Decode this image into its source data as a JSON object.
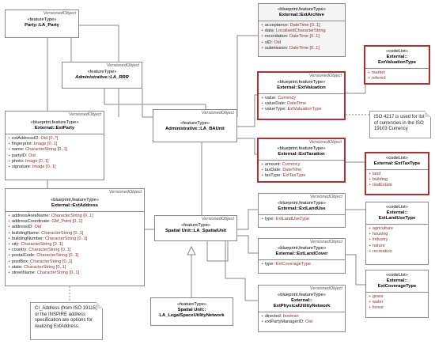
{
  "classes": {
    "party": {
      "corner": "VersionedObject",
      "stereo": "«featureType»",
      "name": "Party::LA_Party"
    },
    "rrr": {
      "corner": "VersionedObject",
      "stereo": "«featureType»",
      "name": "Administrative::LA_RRR"
    },
    "baunit": {
      "corner": "VersionedObject",
      "stereo": "«featureType»",
      "name": "Administrative::LA_BAUnit"
    },
    "spatialunit": {
      "corner": "VersionedObject",
      "stereo": "«featureType»",
      "name": "Spatial Unit::LA_SpatialUnit"
    },
    "utilnet": {
      "corner": "",
      "stereo": "«featureType»",
      "name1": "Spatial Unit::",
      "name2": "LA_LegalSpaceUtilityNetwork"
    },
    "extparty": {
      "corner": "VersionedObject",
      "stereo": "«blueprint,featureType»",
      "name": "External::ExtParty",
      "attrs": [
        {
          "n": "extAddressID:",
          "t": "Oid [0..*]"
        },
        {
          "n": "fingerprint:",
          "t": "Image [0..1]"
        },
        {
          "n": "name:",
          "t": "CharacterString [0..1]"
        },
        {
          "n": "partyID:",
          "t": "Oid"
        },
        {
          "n": "photo:",
          "t": "Image [0..1]"
        },
        {
          "n": "signature:",
          "t": "Image [0..1]"
        }
      ]
    },
    "extaddress": {
      "corner": "VersionedObject",
      "stereo": "«blueprint,featureType»",
      "name": "External::ExtAddress",
      "attrs": [
        {
          "n": "addressAreaName:",
          "t": "CharacterString [0..1]"
        },
        {
          "n": "addressCoordinate:",
          "t": "GM_Point [0..1]"
        },
        {
          "n": "addressID:",
          "t": "Oid"
        },
        {
          "n": "buildingName:",
          "t": "CharacterString [0..1]"
        },
        {
          "n": "buildingNumber:",
          "t": "CharacterString [0..1]"
        },
        {
          "n": "city:",
          "t": "CharacterString [0..1]"
        },
        {
          "n": "country:",
          "t": "CharacterString [0..1]"
        },
        {
          "n": "postalCode:",
          "t": "CharacterString [0..1]"
        },
        {
          "n": "postBox:",
          "t": "CharacterString [0..1]"
        },
        {
          "n": "state:",
          "t": "CharacterString [0..1]"
        },
        {
          "n": "streetName:",
          "t": "CharacterString [0..1]"
        }
      ]
    },
    "extarchive": {
      "corner": "",
      "stereo": "«blueprint,featureType»",
      "name": "External::ExtArchive",
      "attrs": [
        {
          "n": "acceptance:",
          "t": "DateTime [0..1]"
        },
        {
          "n": "data:",
          "t": "LocalisedCharacterString"
        },
        {
          "n": "recordation:",
          "t": "DateTime [0..1]"
        },
        {
          "n": "sID:",
          "t": "Oid"
        },
        {
          "n": "submission:",
          "t": "DateTime [0..1]"
        }
      ]
    },
    "extvaluation": {
      "corner": "VersionedObject",
      "stereo": "«blueprint,featureType»",
      "name": "External::ExtValuation",
      "attrs": [
        {
          "n": "value:",
          "t": "Currency"
        },
        {
          "n": "valueDate:",
          "t": "DateTime"
        },
        {
          "n": "valueType:",
          "t": "ExtValuationType"
        }
      ]
    },
    "exttaxation": {
      "corner": "VersionedObject",
      "stereo": "«blueprint,featureType»",
      "name": "External::ExtTaxation",
      "attrs": [
        {
          "n": "amount:",
          "t": "Currency"
        },
        {
          "n": "taxDate:",
          "t": "DateTime"
        },
        {
          "n": "taxType:",
          "t": "ExtTaxType"
        }
      ]
    },
    "extlanduse": {
      "corner": "VersionedObject",
      "stereo": "«blueprint,featureType»",
      "name": "External::ExtLandUse",
      "attrs": [
        {
          "n": "type:",
          "t": "ExtLandUseType"
        }
      ]
    },
    "extlandcover": {
      "corner": "VersionedObject",
      "stereo": "«blueprint,featureType»",
      "name": "External::ExtLandCover",
      "attrs": [
        {
          "n": "type:",
          "t": "ExtCoverageType"
        }
      ]
    },
    "extphysnet": {
      "corner": "VersionedObject",
      "stereo": "«blueprint,featureType»",
      "name1": "External::",
      "name2": "ExtPhysicalUtilityNetwork",
      "attrs": [
        {
          "n": "directed:",
          "t": "boolean"
        },
        {
          "n": "extPartyManagerID:",
          "t": "Oid"
        }
      ]
    },
    "valuationtype": {
      "stereo": "«codeList»",
      "name1": "External::",
      "name2": "ExtValuationType",
      "items": [
        "market",
        "refered"
      ]
    },
    "taxtype": {
      "stereo": "«codeList»",
      "name": "External::ExtTaxType",
      "items": [
        "land",
        "building",
        "realEstate"
      ]
    },
    "landusetype": {
      "stereo": "«codeList»",
      "name1": "External::",
      "name2": "ExtLandUseType",
      "items": [
        "agriculture",
        "housing",
        "industry",
        "nature",
        "recreation"
      ]
    },
    "coveragetype": {
      "stereo": "«codeList»",
      "name1": "External::",
      "name2": "ExtCoverageType",
      "items": [
        "grass",
        "water",
        "forest"
      ]
    }
  },
  "notes": {
    "currency": "ISO 4217 is used for list of currencies in the ISO 19103 Currency",
    "address": "CI_Address (from ISO 19115) or the INSPIRE address specification are options for realizing ExtAddress."
  }
}
